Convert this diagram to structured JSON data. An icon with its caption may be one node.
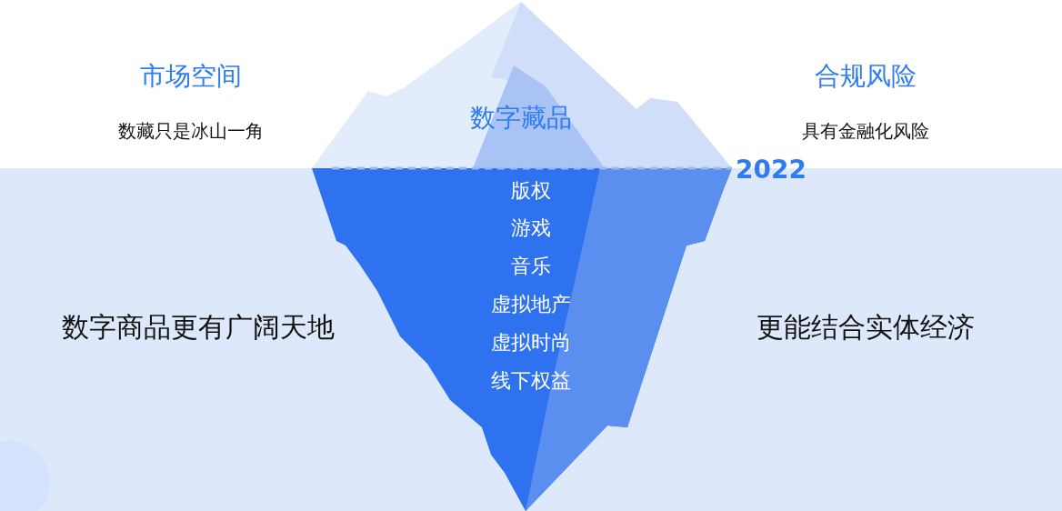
{
  "diagram": {
    "labels": [
      "市场空间",
      "数字藏品",
      "合规风险",
      "数藏只是冰山一角",
      "具有金融化风险",
      "2022",
      "版权",
      "游戏",
      "音乐",
      "虚拟地产",
      "数字商品更有广阔天地",
      "更能结合实体经济",
      "虚拟时尚",
      "线下权益"
    ]
  }
}
